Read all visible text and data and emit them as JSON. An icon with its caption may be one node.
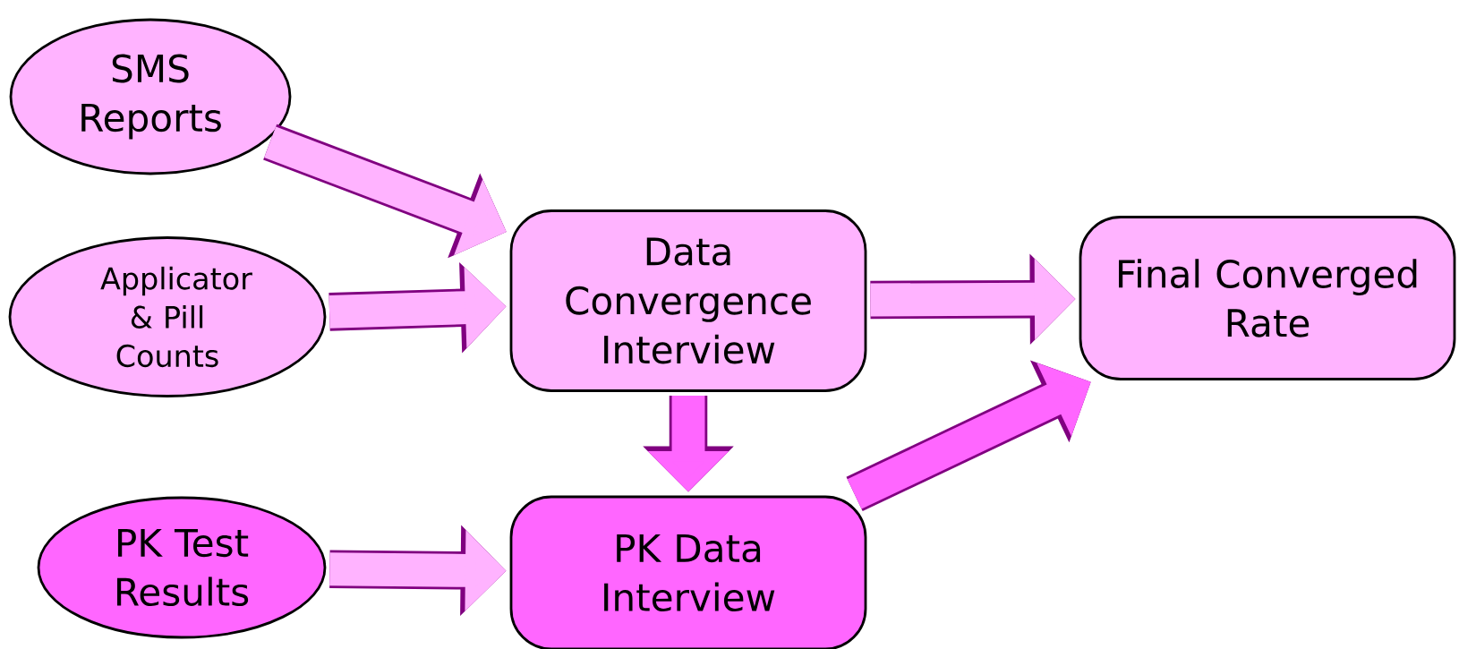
{
  "diagram": {
    "nodes": [
      {
        "text": [
          "SMS Reports"
        ]
      },
      {
        "text": [
          "Applicator & Pill Counts"
        ]
      },
      {
        "text": [
          "PK Test Results"
        ]
      },
      {
        "text": [
          "Data Convergence Interview"
        ]
      },
      {
        "text": [
          "PK Data Interview"
        ]
      },
      {
        "text": [
          "Final Converged Rate"
        ]
      }
    ],
    "edges": [
      {
        "from": 0,
        "to": 3,
        "arrow": "to"
      },
      {
        "from": 1,
        "to": 3,
        "arrow": "to"
      },
      {
        "from": 3,
        "to": 5,
        "arrow": "to"
      },
      {
        "from": 3,
        "to": 4,
        "arrow": "to",
        "color": "#ff66ff"
      },
      {
        "from": 2,
        "to": 4,
        "arrow": "to"
      },
      {
        "from": 4,
        "to": 5,
        "arrow": "to",
        "color": "#ff66ff"
      }
    ]
  }
}
